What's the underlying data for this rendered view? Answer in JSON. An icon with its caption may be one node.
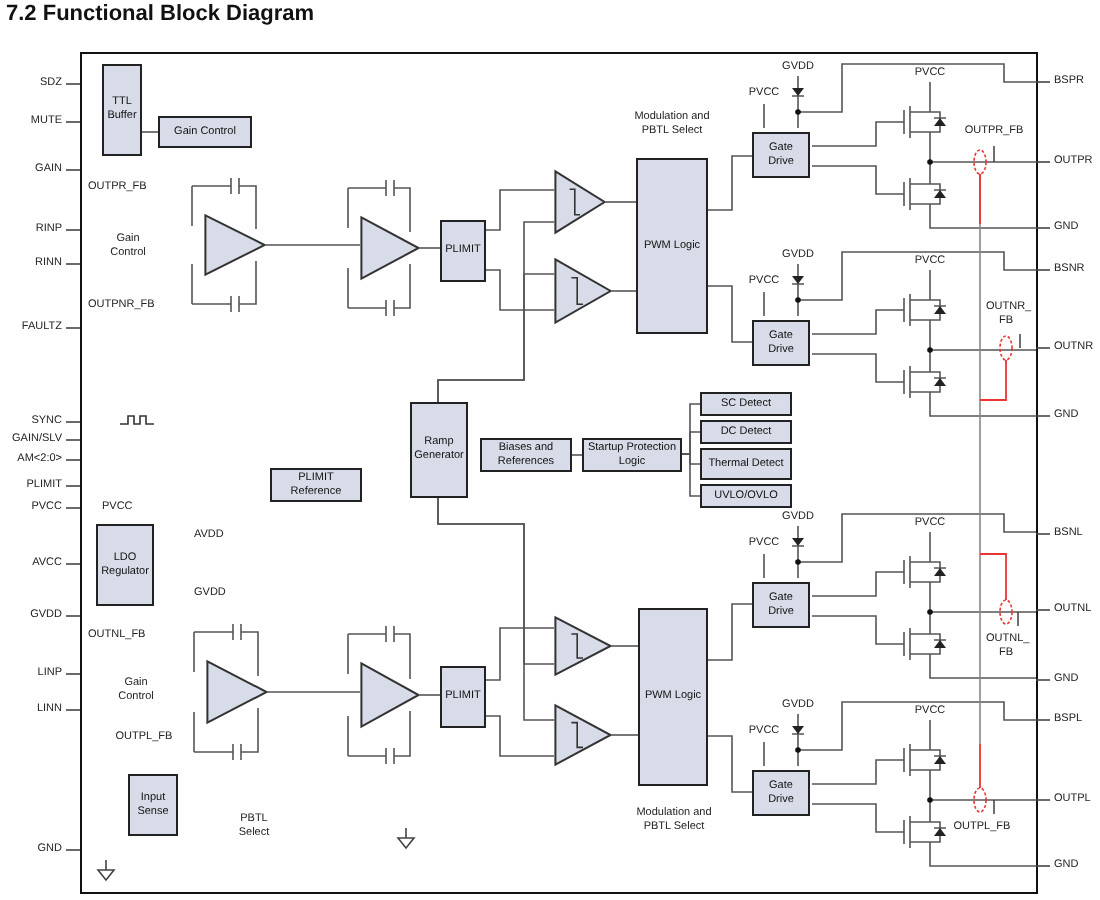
{
  "diagram": {
    "title": "7.2 Functional Block Diagram",
    "nodes": [
      {
        "text": [
          "TTL Buffer"
        ]
      },
      {
        "text": [
          "Gain Control"
        ]
      },
      {
        "text": [],
        "shape": "triangle"
      },
      {
        "text": [],
        "shape": "triangle"
      },
      {
        "text": [
          "PLIMIT"
        ]
      },
      {
        "text": [],
        "shape": "triangle"
      },
      {
        "text": [],
        "shape": "triangle"
      },
      {
        "text": [
          "PWM Logic"
        ]
      },
      {
        "text": [
          "Gate Drive"
        ]
      },
      {
        "text": [
          "Gate Drive"
        ]
      },
      {
        "text": [
          "Ramp Generator"
        ]
      },
      {
        "text": [
          "Biases and References"
        ]
      },
      {
        "text": [
          "Startup Protection Logic"
        ]
      },
      {
        "text": [
          "SC Detect"
        ]
      },
      {
        "text": [
          "DC Detect"
        ]
      },
      {
        "text": [
          "Thermal Detect"
        ]
      },
      {
        "text": [
          "UVLO/OVLO"
        ]
      },
      {
        "text": [
          "PLIMIT Reference"
        ]
      },
      {
        "text": [
          "LDO Regulator"
        ]
      },
      {
        "text": [
          "Input Sense"
        ]
      },
      {
        "text": [],
        "shape": "triangle"
      },
      {
        "text": [],
        "shape": "triangle"
      },
      {
        "text": [
          "PLIMIT"
        ]
      },
      {
        "text": [],
        "shape": "triangle"
      },
      {
        "text": [],
        "shape": "triangle"
      },
      {
        "text": [
          "PWM Logic"
        ]
      },
      {
        "text": [
          "Gate Drive"
        ]
      },
      {
        "text": [
          "Gate Drive"
        ]
      }
    ],
    "edges": [
      {
        "from": 0,
        "to": 1,
        "arrow": "none"
      },
      {
        "from": 2,
        "to": 3,
        "arrow": "none"
      },
      {
        "from": 3,
        "to": 4,
        "arrow": "none"
      },
      {
        "from": 4,
        "to": 5,
        "arrow": "none"
      },
      {
        "from": 4,
        "to": 6,
        "arrow": "none"
      },
      {
        "from": 5,
        "to": 7,
        "arrow": "none"
      },
      {
        "from": 6,
        "to": 7,
        "arrow": "none"
      },
      {
        "from": 7,
        "to": 8,
        "arrow": "none"
      },
      {
        "from": 7,
        "to": 9,
        "arrow": "none"
      },
      {
        "from": 10,
        "to": 5,
        "arrow": "none"
      },
      {
        "from": 10,
        "to": 6,
        "arrow": "none"
      },
      {
        "from": 10,
        "to": 23,
        "arrow": "none"
      },
      {
        "from": 10,
        "to": 24,
        "arrow": "none"
      },
      {
        "from": 22,
        "to": 23,
        "arrow": "none"
      },
      {
        "from": 22,
        "to": 24,
        "arrow": "none"
      },
      {
        "from": 23,
        "to": 25,
        "arrow": "none"
      },
      {
        "from": 24,
        "to": 25,
        "arrow": "none"
      },
      {
        "from": 25,
        "to": 26,
        "arrow": "none"
      },
      {
        "from": 25,
        "to": 27,
        "arrow": "none"
      },
      {
        "from": 11,
        "to": 12,
        "arrow": "none"
      },
      {
        "from": 12,
        "to": 13,
        "arrow": "none"
      },
      {
        "from": 12,
        "to": 14,
        "arrow": "none"
      },
      {
        "from": 12,
        "to": 15,
        "arrow": "none"
      },
      {
        "from": 12,
        "to": 16,
        "arrow": "none"
      },
      {
        "from": 20,
        "to": 21,
        "arrow": "none"
      },
      {
        "from": 21,
        "to": 22,
        "arrow": "none"
      }
    ],
    "labels": [
      "SDZ",
      "MUTE",
      "GAIN",
      "OUTPR_FB",
      "RINP",
      "Gain Control",
      "RINN",
      "OUTPNR_FB",
      "FAULTZ",
      "SYNC",
      "GAIN/SLV",
      "AM<2:0>",
      "PLIMIT",
      "PVCC",
      "PVCC",
      "AVDD",
      "AVCC",
      "GVDD",
      "GVDD",
      "OUTNL_FB",
      "LINP",
      "Gain Control",
      "LINN",
      "OUTPL_FB",
      "PBTL Select",
      "GND",
      "Modulation and PBTL Select",
      "GVDD",
      "PVCC",
      "PVCC",
      "BSPR",
      "OUTPR_FB",
      "OUTPR",
      "GND",
      "GVDD",
      "PVCC",
      "PVCC",
      "BSNR",
      "OUTNR_ FB",
      "OUTNR",
      "GND",
      "GVDD",
      "PVCC",
      "PVCC",
      "BSNL",
      "OUTNL",
      "OUTNL_ FB",
      "GND",
      "GVDD",
      "PVCC",
      "PVCC",
      "BSPL",
      "OUTPL",
      "Modulation and PBTL Select",
      "OUTPL_FB",
      "GND"
    ]
  }
}
